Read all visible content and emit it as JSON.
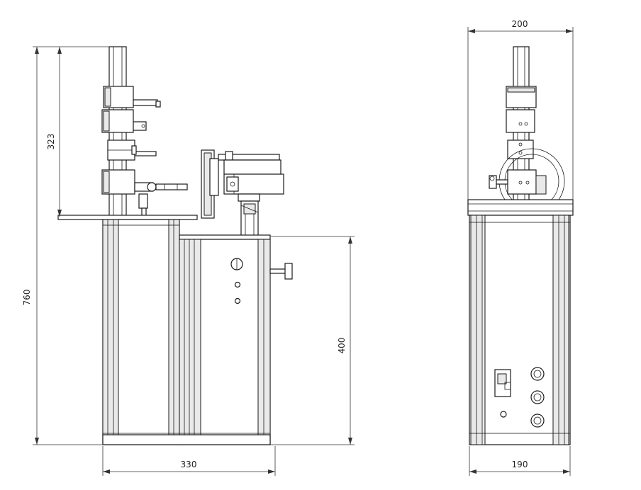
{
  "dimensions": {
    "front_width": "330",
    "total_height": "760",
    "arm_height": "323",
    "cabinet_height": "400",
    "side_width_top": "200",
    "side_width_bottom": "190"
  }
}
